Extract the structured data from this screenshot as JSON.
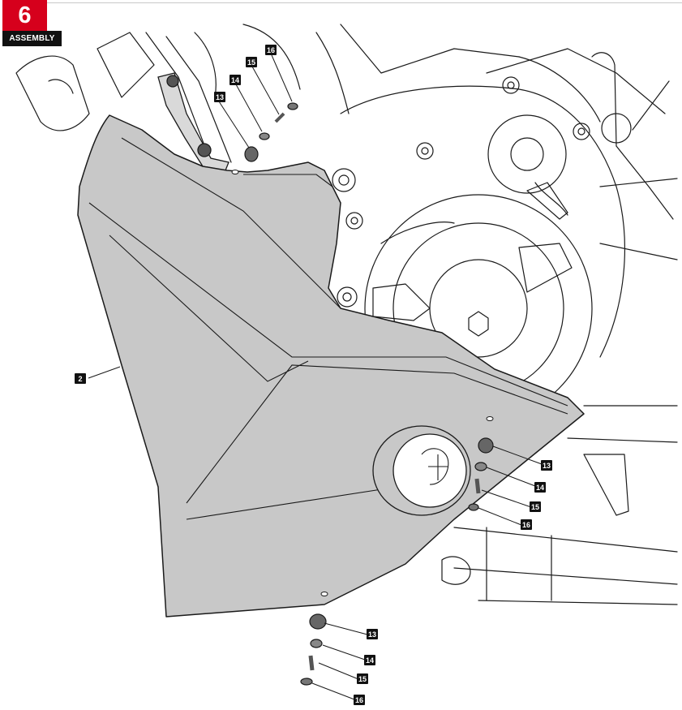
{
  "header": {
    "step_number": "6",
    "section_label": "ASSEMBLY"
  },
  "callouts": {
    "c2": "2",
    "c13a": "13",
    "c14a": "14",
    "c15a": "15",
    "c16a": "16",
    "c13b": "13",
    "c14b": "14",
    "c15b": "15",
    "c16b": "16",
    "c13c": "13",
    "c14c": "14",
    "c15c": "15",
    "c16c": "16"
  },
  "colors": {
    "accent": "#d6001c",
    "panel_fill": "#c8c8c8",
    "line": "#1a1a1a"
  }
}
